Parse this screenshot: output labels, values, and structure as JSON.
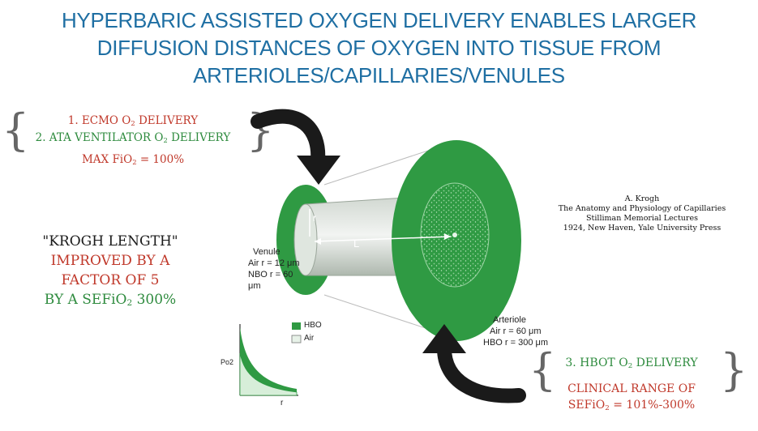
{
  "title": {
    "line1": "HYPERBARIC ASSISTED OXYGEN DELIVERY ENABLES LARGER",
    "line2": "DIFFUSION DISTANCES OF OXYGEN INTO TISSUE FROM",
    "line3": "ARTERIOLES/CAPILLARIES/VENULES"
  },
  "top_left_box": {
    "item1_prefix": "1. ECMO O",
    "item1_sub": "2",
    "item1_suffix": " DELIVERY",
    "item2_prefix": "2. ATA VENTILATOR O",
    "item2_sub": "2",
    "item2_suffix": " DELIVERY",
    "max_label": "MAX FiO",
    "max_sub": "2",
    "max_value": " = 100%"
  },
  "krogh_note": {
    "line1": "\"KROGH LENGTH\"",
    "line2": "IMPROVED BY A",
    "line3": "FACTOR OF 5",
    "line4_prefix": "BY A SEFiO",
    "line4_sub": "2",
    "line4_suffix": " 300%"
  },
  "reference": {
    "author": "A. Krogh",
    "book": "The Anatomy and Physiology of Capillaries",
    "series": "Stilliman Memorial Lectures",
    "publisher": "1924, New Haven, Yale University Press"
  },
  "diagram": {
    "r_label": "r",
    "L_label": "L",
    "venule": {
      "title": "Venule",
      "air": "Air r = 12 μm",
      "nbo": "NBO r = 60 μm"
    },
    "arteriole": {
      "title": "Arteriole",
      "air": "Air r = 60 μm",
      "hbo": "HBO r = 300 μm"
    }
  },
  "mini_plot": {
    "legend_hbo": "HBO",
    "legend_air": "Air",
    "ylabel": "Po2",
    "xlabel": "r"
  },
  "bottom_right_box": {
    "item3_prefix": "3. HBOT O",
    "item3_sub": "2",
    "item3_suffix": " DELIVERY",
    "range_line1": "CLINICAL RANGE OF",
    "range_line2_prefix": "SEFiO",
    "range_line2_sub": "2",
    "range_line2_suffix": " = 101%-300%"
  },
  "colors": {
    "title_blue": "#1f6fa3",
    "tissue_green": "#2f9a43",
    "red_text": "#c0392b",
    "green_text": "#2e8b3e"
  }
}
